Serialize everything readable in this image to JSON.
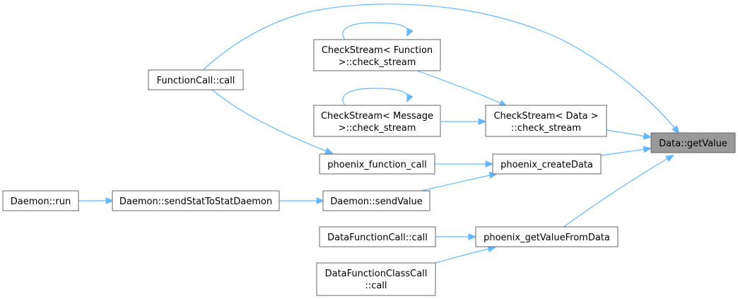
{
  "nodes": {
    "data_getvalue": {
      "lines": [
        "Data::getValue"
      ],
      "highlighted": true
    },
    "functioncall_call": {
      "lines": [
        "FunctionCall::call"
      ]
    },
    "checkstream_function": {
      "lines": [
        "CheckStream< Function",
        ">::check_stream"
      ]
    },
    "checkstream_message": {
      "lines": [
        "CheckStream< Message",
        ">::check_stream"
      ]
    },
    "checkstream_data": {
      "lines": [
        "CheckStream< Data >",
        "::check_stream"
      ]
    },
    "phoenix_function_call": {
      "lines": [
        "phoenix_function_call"
      ]
    },
    "phoenix_createdata": {
      "lines": [
        "phoenix_createData"
      ]
    },
    "daemon_run": {
      "lines": [
        "Daemon::run"
      ]
    },
    "daemon_sendstat": {
      "lines": [
        "Daemon::sendStatToStatDaemon"
      ]
    },
    "daemon_sendvalue": {
      "lines": [
        "Daemon::sendValue"
      ]
    },
    "datafunctioncall_call": {
      "lines": [
        "DataFunctionCall::call"
      ]
    },
    "phoenix_getvaluefromdata": {
      "lines": [
        "phoenix_getValueFromData"
      ]
    },
    "datafunctionclasscall_call": {
      "lines": [
        "DataFunctionClassCall",
        "::call"
      ]
    }
  },
  "colors": {
    "edge": "#63b8ff",
    "node_border": "#666666",
    "node_fill": "#ffffff",
    "focus_fill": "#999999"
  }
}
